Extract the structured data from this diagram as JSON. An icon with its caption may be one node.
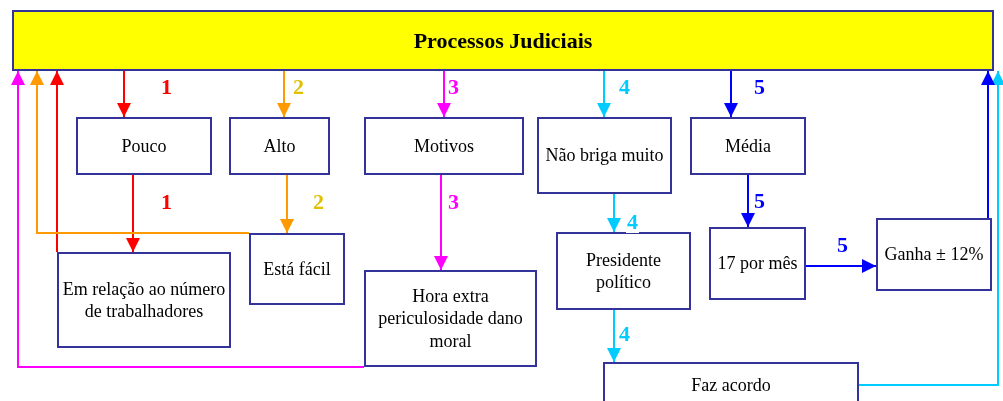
{
  "diagram": {
    "nodes": [
      {
        "text": [
          "Processos Judiciais"
        ]
      },
      {
        "text": [
          "Pouco"
        ]
      },
      {
        "text": [
          "Alto"
        ]
      },
      {
        "text": [
          "Motivos"
        ]
      },
      {
        "text": [
          "Não briga muito"
        ]
      },
      {
        "text": [
          "Média"
        ]
      },
      {
        "text": [
          "Em relação ao número de trabalhadores"
        ]
      },
      {
        "text": [
          "Está fácil"
        ]
      },
      {
        "text": [
          "Hora extra periculosidade dano moral"
        ]
      },
      {
        "text": [
          "Presidente político"
        ]
      },
      {
        "text": [
          "17 por mês"
        ]
      },
      {
        "text": [
          "Ganha ± 12%"
        ]
      },
      {
        "text": [
          "Faz acordo"
        ]
      }
    ],
    "edges": [
      {
        "from": 0,
        "to": 1,
        "arrow": "to",
        "label": "1",
        "color": "#ff0000"
      },
      {
        "from": 1,
        "to": 6,
        "arrow": "to",
        "label": "1",
        "color": "#ff0000"
      },
      {
        "from": 6,
        "to": 0,
        "arrow": "to",
        "color": "#ff0000"
      },
      {
        "from": 0,
        "to": 2,
        "arrow": "to",
        "label": "2",
        "color": "#ff9900"
      },
      {
        "from": 2,
        "to": 7,
        "arrow": "to",
        "label": "2",
        "color": "#ff9900"
      },
      {
        "from": 7,
        "to": 0,
        "arrow": "to",
        "color": "#ff9900"
      },
      {
        "from": 0,
        "to": 3,
        "arrow": "to",
        "label": "3",
        "color": "#ff00ff"
      },
      {
        "from": 3,
        "to": 8,
        "arrow": "to",
        "label": "3",
        "color": "#ff00ff"
      },
      {
        "from": 8,
        "to": 0,
        "arrow": "to",
        "color": "#ff00ff"
      },
      {
        "from": 0,
        "to": 4,
        "arrow": "to",
        "label": "4",
        "color": "#00ccff"
      },
      {
        "from": 4,
        "to": 9,
        "arrow": "to",
        "label": "4",
        "color": "#00ccff"
      },
      {
        "from": 9,
        "to": 12,
        "arrow": "to",
        "label": "4",
        "color": "#00ccff"
      },
      {
        "from": 12,
        "to": 0,
        "arrow": "to",
        "color": "#00ccff"
      },
      {
        "from": 0,
        "to": 5,
        "arrow": "to",
        "label": "5",
        "color": "#0000ff"
      },
      {
        "from": 5,
        "to": 10,
        "arrow": "to",
        "label": "5",
        "color": "#0000ff"
      },
      {
        "from": 10,
        "to": 11,
        "arrow": "to",
        "label": "5",
        "color": "#0000ff"
      },
      {
        "from": 11,
        "to": 0,
        "arrow": "to",
        "color": "#0000ff"
      }
    ]
  }
}
